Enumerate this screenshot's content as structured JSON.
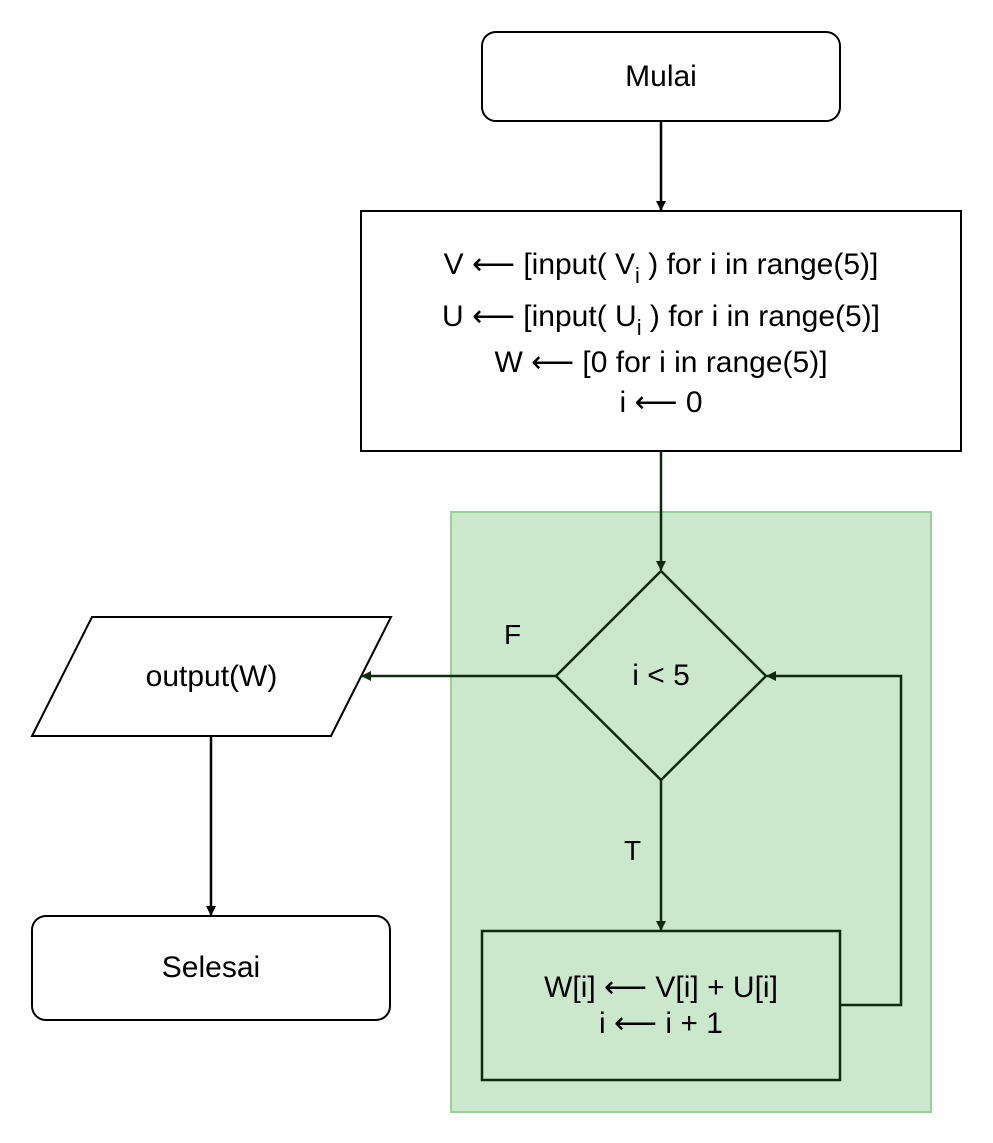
{
  "flowchart": {
    "start": {
      "label": "Mulai"
    },
    "init": {
      "line1": {
        "pre": "V ⟵ [input( V",
        "sub": "i",
        "post": " ) for i in range(5)]"
      },
      "line2": {
        "pre": "U ⟵ [input( U",
        "sub": "i",
        "post": " ) for i in range(5)]"
      },
      "line3": "W ⟵ [0 for i in range(5)]",
      "line4": "i ⟵ 0"
    },
    "loop_condition": {
      "label": "i < 5"
    },
    "loop_body": {
      "line1": "W[i] ⟵ V[i] + U[i]",
      "line2": "i ⟵ i + 1"
    },
    "output": {
      "label": "output(W)"
    },
    "end": {
      "label": "Selesai"
    },
    "edges": {
      "false_label": "F",
      "true_label": "T"
    }
  },
  "colors": {
    "loop_region_fill": "#cce8cc",
    "loop_region_stroke": "#9ad09a",
    "loop_shape_stroke": "#0f2a0f",
    "default_stroke": "#000000",
    "background": "#ffffff"
  }
}
